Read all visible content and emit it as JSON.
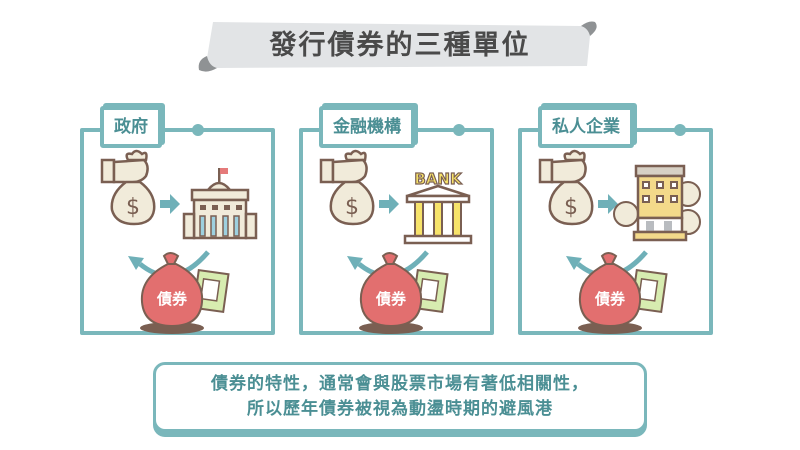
{
  "title": "發行債券的三種單位",
  "colors": {
    "teal": "#7ab7bb",
    "teal_text": "#4b8f94",
    "banner_bg": "#e2e4e6",
    "banner_curl": "#8f9294",
    "bond_bag": "#e26f6f",
    "bank_yellow": "#f7e36a",
    "outline_brown": "#7a5f52"
  },
  "panels": [
    {
      "label": "政府",
      "icon": "government-building-icon",
      "bond_label": "債券"
    },
    {
      "label": "金融機構",
      "icon": "bank-icon",
      "bank_sign": "BANK",
      "bond_label": "債券"
    },
    {
      "label": "私人企業",
      "icon": "office-building-icon",
      "bond_label": "債券"
    }
  ],
  "caption": {
    "line1": "債券的特性，通常會與股票市場有著低相關性，",
    "line2": "所以歷年債券被視為動盪時期的避風港"
  }
}
